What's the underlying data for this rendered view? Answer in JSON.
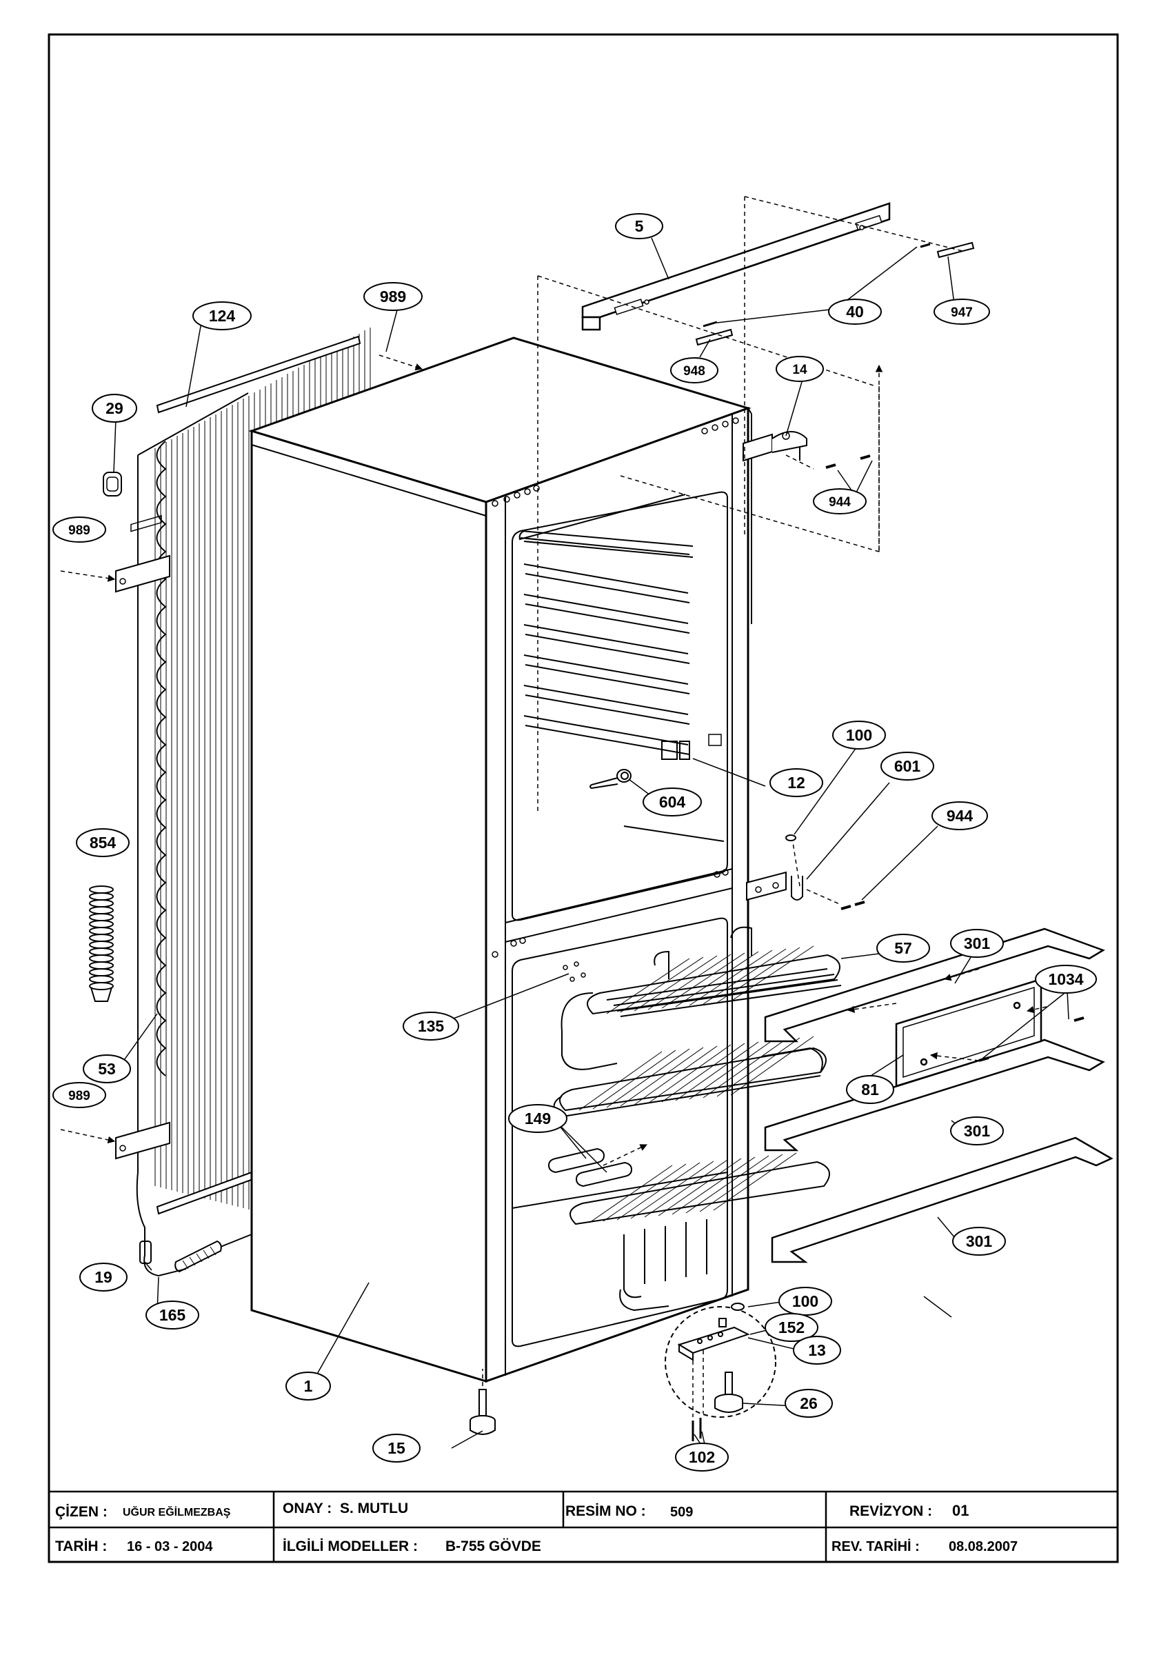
{
  "diagram": {
    "callouts": [
      {
        "id": "c-5",
        "label": "5"
      },
      {
        "id": "c-40",
        "label": "40"
      },
      {
        "id": "c-947",
        "label": "947"
      },
      {
        "id": "c-948",
        "label": "948"
      },
      {
        "id": "c-14",
        "label": "14"
      },
      {
        "id": "c-944a",
        "label": "944"
      },
      {
        "id": "c-989a",
        "label": "989"
      },
      {
        "id": "c-124",
        "label": "124"
      },
      {
        "id": "c-29",
        "label": "29"
      },
      {
        "id": "c-989b",
        "label": "989"
      },
      {
        "id": "c-12",
        "label": "12"
      },
      {
        "id": "c-604",
        "label": "604"
      },
      {
        "id": "c-100a",
        "label": "100"
      },
      {
        "id": "c-601",
        "label": "601"
      },
      {
        "id": "c-944b",
        "label": "944"
      },
      {
        "id": "c-854",
        "label": "854"
      },
      {
        "id": "c-57",
        "label": "57"
      },
      {
        "id": "c-301a",
        "label": "301"
      },
      {
        "id": "c-1034",
        "label": "1034"
      },
      {
        "id": "c-135",
        "label": "135"
      },
      {
        "id": "c-53",
        "label": "53"
      },
      {
        "id": "c-81",
        "label": "81"
      },
      {
        "id": "c-989c",
        "label": "989"
      },
      {
        "id": "c-149",
        "label": "149"
      },
      {
        "id": "c-301b",
        "label": "301"
      },
      {
        "id": "c-301c",
        "label": "301"
      },
      {
        "id": "c-19",
        "label": "19"
      },
      {
        "id": "c-165",
        "label": "165"
      },
      {
        "id": "c-100b",
        "label": "100"
      },
      {
        "id": "c-152",
        "label": "152"
      },
      {
        "id": "c-13",
        "label": "13"
      },
      {
        "id": "c-26",
        "label": "26"
      },
      {
        "id": "c-1",
        "label": "1"
      },
      {
        "id": "c-15",
        "label": "15"
      },
      {
        "id": "c-102",
        "label": "102"
      }
    ]
  },
  "title_block": {
    "drawn_by_label": "ÇİZEN :",
    "drawn_by_value": "UĞUR EĞİLMEZBAŞ",
    "approval_label": "ONAY :",
    "approval_value": "S. MUTLU",
    "drawing_no_label": "RESİM NO :",
    "drawing_no_value": "509",
    "revision_label": "REVİZYON :",
    "revision_value": "01",
    "date_label": "TARİH :",
    "date_value": "16 - 03 - 2004",
    "models_label": "İLGİLİ MODELLER :",
    "models_value": "B-755 GÖVDE",
    "rev_date_label": "REV. TARİHİ :",
    "rev_date_value": "08.08.2007"
  }
}
